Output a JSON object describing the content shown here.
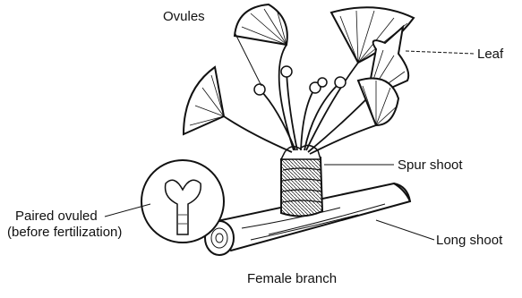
{
  "labels": {
    "ovules": "Ovules",
    "leaf": "Leaf",
    "spur_shoot": "Spur shoot",
    "paired_ovuled_line1": "Paired ovuled",
    "paired_ovuled_line2": "(before fertilization)",
    "long_shoot": "Long shoot"
  },
  "caption": "Female branch",
  "colors": {
    "ink": "#111111",
    "background": "#ffffff"
  }
}
